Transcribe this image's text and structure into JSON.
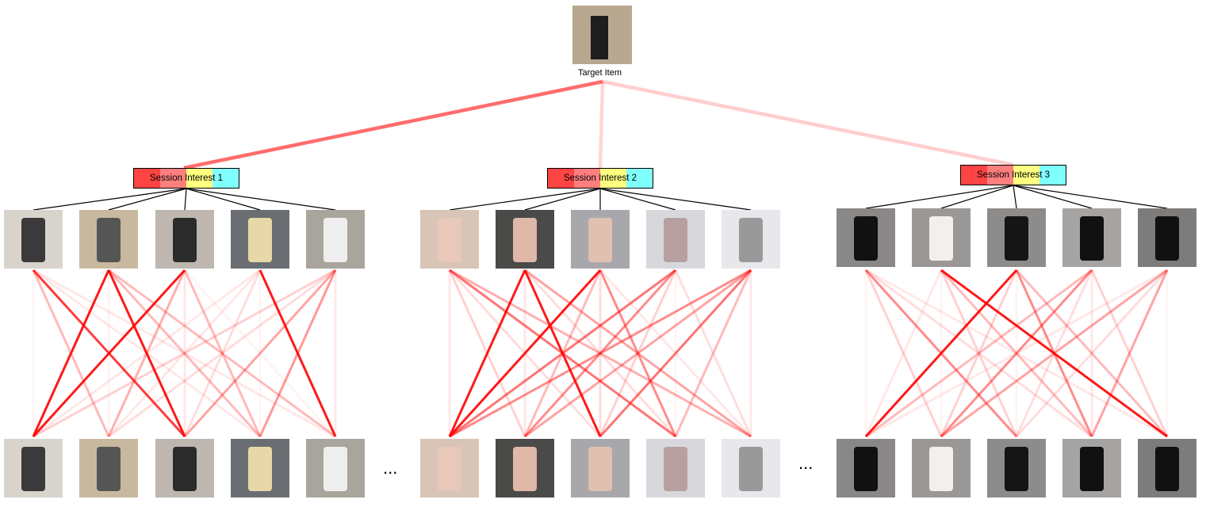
{
  "target": {
    "label": "Target Item"
  },
  "target_weights": [
    0.9,
    0.25,
    0.3
  ],
  "sessions": [
    {
      "label": "Session Interest 1",
      "colors": [
        "#ff4444",
        "#ff7f7f",
        "#ffff80",
        "#80ffff"
      ]
    },
    {
      "label": "Session Interest 2",
      "colors": [
        "#ff4444",
        "#ff7f7f",
        "#ffff80",
        "#80ffff"
      ]
    },
    {
      "label": "Session Interest 3",
      "colors": [
        "#ff4444",
        "#ff7f7f",
        "#ffff80",
        "#80ffff"
      ]
    }
  ],
  "ellipsis": [
    "...",
    "..."
  ],
  "attention": [
    [
      [
        0.05,
        0.3,
        0.85,
        0.1,
        0.1
      ],
      [
        1,
        0.05,
        1,
        0.3,
        0.3
      ],
      [
        1,
        0.35,
        0.1,
        0.3,
        0.05
      ],
      [
        0.1,
        0.1,
        0.15,
        0.05,
        1
      ],
      [
        0.2,
        0.15,
        0.4,
        0.45,
        0.1
      ]
    ],
    [
      [
        0.1,
        0.2,
        0.15,
        0.6,
        0.35
      ],
      [
        1,
        0.1,
        1,
        0.15,
        0.4
      ],
      [
        1,
        0.3,
        0.15,
        0.5,
        0.1
      ],
      [
        0.6,
        0.5,
        0.2,
        0.05,
        0.15
      ],
      [
        0.5,
        0.4,
        0.6,
        0.3,
        0.1
      ]
    ],
    [
      [
        0.05,
        0.2,
        0.5,
        0.15,
        0.1
      ],
      [
        0.1,
        0.05,
        0.2,
        0.3,
        1
      ],
      [
        1,
        0.2,
        0.05,
        0.5,
        0.3
      ],
      [
        0.3,
        0.5,
        0.15,
        0.1,
        0.2
      ],
      [
        0.1,
        0.4,
        0.15,
        0.4,
        0.05
      ]
    ]
  ]
}
